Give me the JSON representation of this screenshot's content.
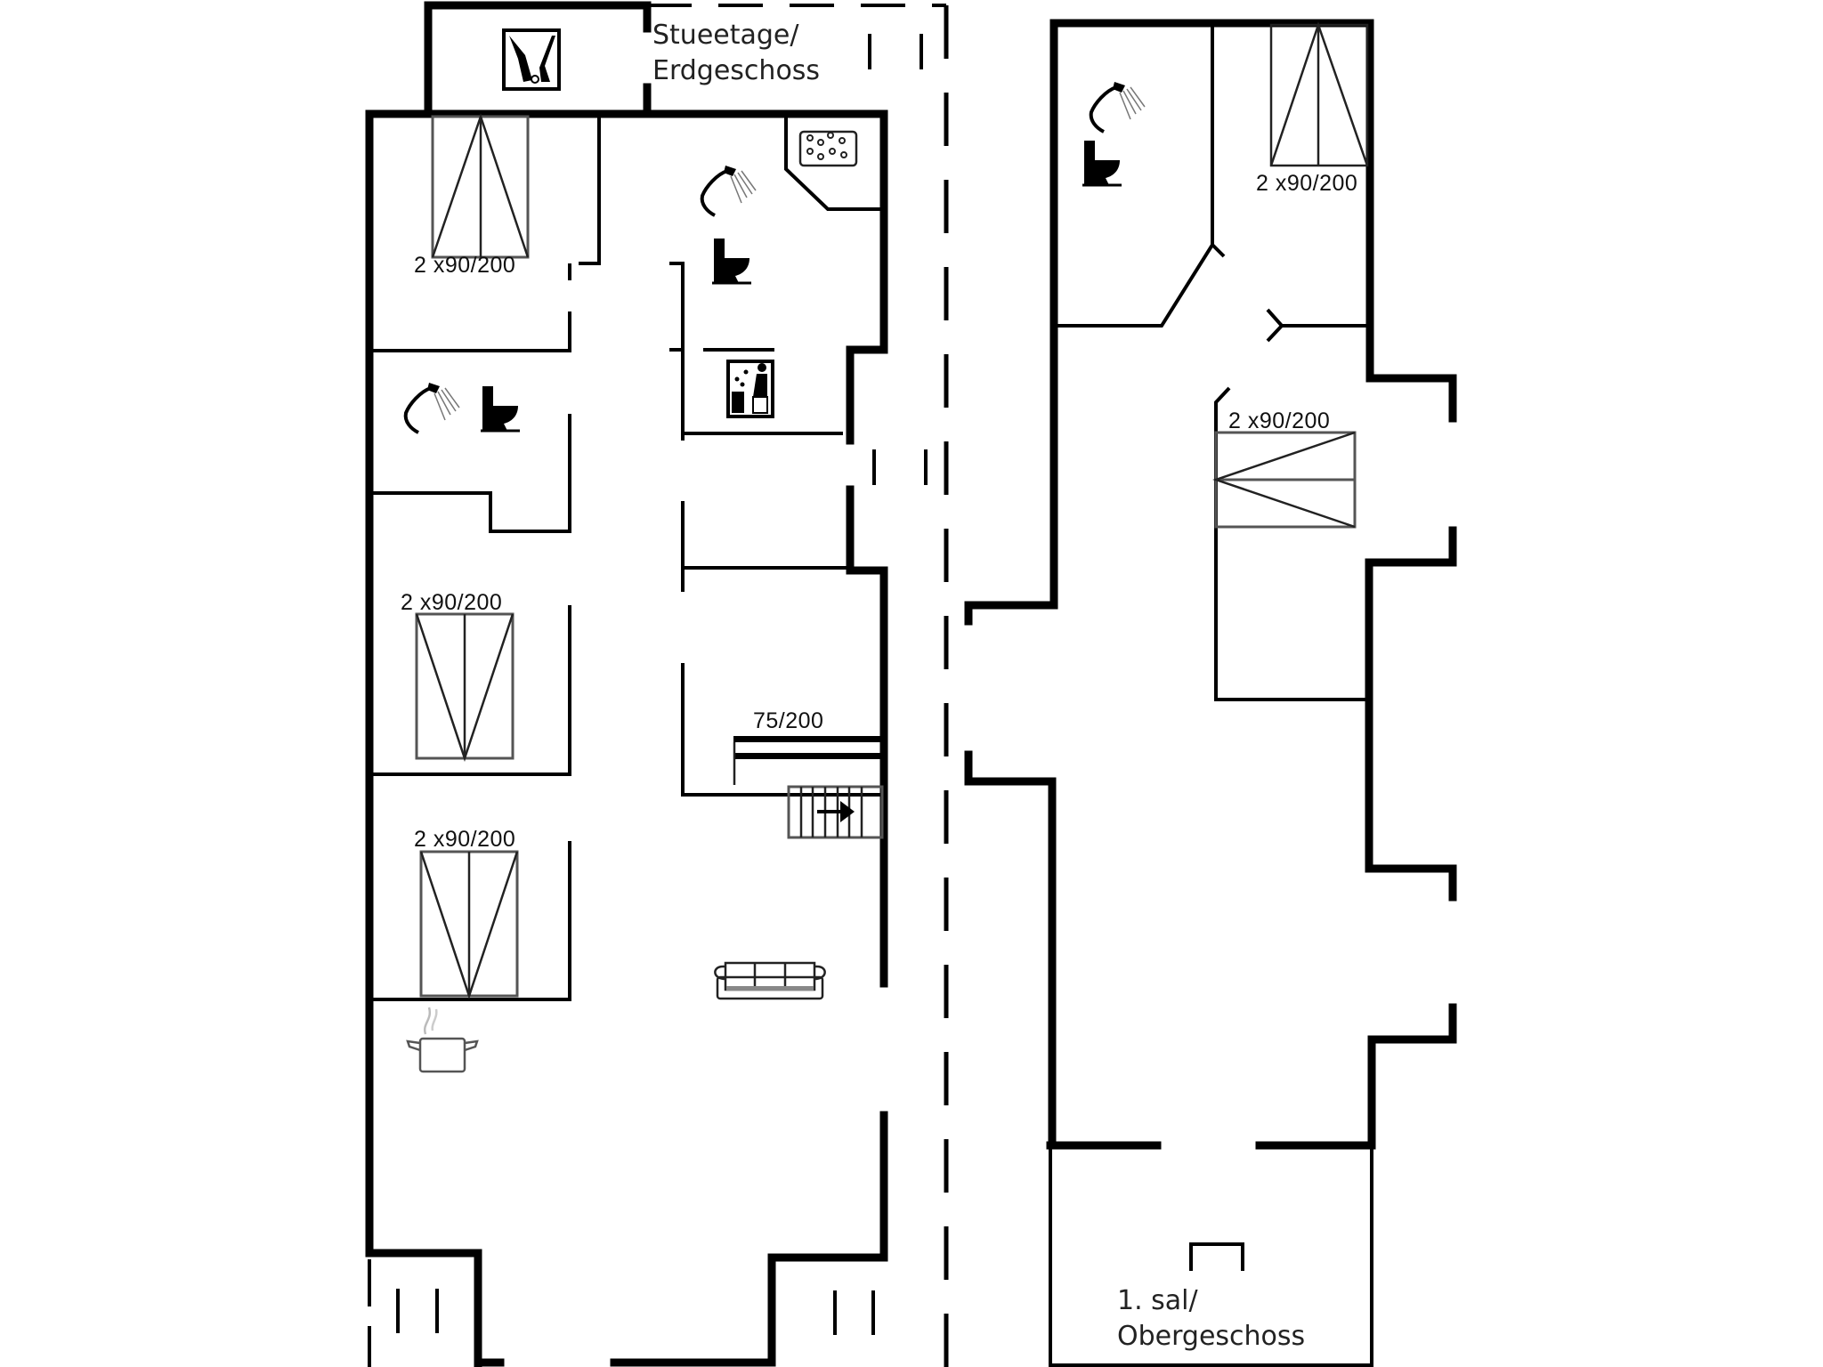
{
  "floors": [
    {
      "id": "ground",
      "label_line1": "Stueetage/",
      "label_line2": "Erdgeschoss",
      "beds": [
        {
          "label": "2 x90/200",
          "room": "bedroom-top-left"
        },
        {
          "label": "2 x90/200",
          "room": "bedroom-middle-left"
        },
        {
          "label": "2 x90/200",
          "room": "bedroom-lower-left"
        },
        {
          "label": "75/200",
          "room": "bunk-room"
        }
      ],
      "icons": [
        "washing-machine-icon",
        "spa-whirlpool-icon",
        "shower-icon",
        "toilet-icon",
        "sauna-icon",
        "shower-icon",
        "toilet-icon",
        "stairs-icon",
        "sofa-icon",
        "cooking-pot-icon"
      ]
    },
    {
      "id": "upper",
      "label_line1": "1. sal/",
      "label_line2": "Obergeschoss",
      "beds": [
        {
          "label": "2 x90/200",
          "room": "bedroom-top-right"
        },
        {
          "label": "2 x90/200",
          "room": "bedroom-middle-right"
        }
      ],
      "icons": [
        "shower-icon",
        "toilet-icon",
        "stair-opening-icon"
      ]
    }
  ],
  "colors": {
    "wall": "#000000",
    "background": "#ffffff"
  }
}
